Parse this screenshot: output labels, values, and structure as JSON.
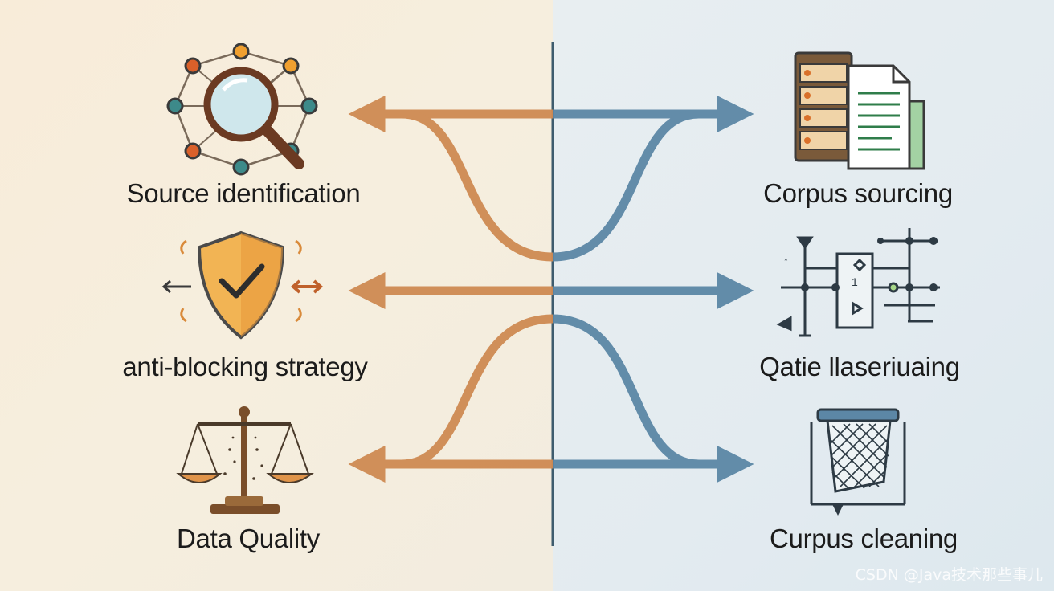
{
  "left_labels": {
    "source": "Source identification",
    "antiblock": "anti-blocking strategy",
    "quality": "Data Quality"
  },
  "right_labels": {
    "corpus": "Corpus sourcing",
    "qatie": "Qatie llaseriuaing",
    "cleaning": "Curpus cleaning"
  },
  "watermark": "CSDN @Java技术那些事儿",
  "colors": {
    "orange": "#cf8a52",
    "blue": "#5c87a6",
    "divider": "#3e5c6e",
    "text": "#1b1b1b"
  },
  "icons": {
    "left": [
      "network-magnifier-icon",
      "shield-check-icon",
      "balance-scale-icon"
    ],
    "right": [
      "server-document-icon",
      "circuit-diagram-icon",
      "filter-net-icon"
    ]
  }
}
